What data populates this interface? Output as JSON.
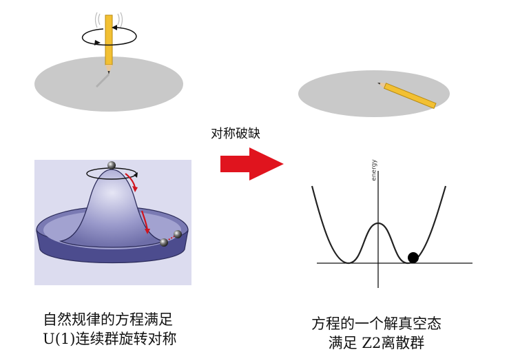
{
  "arrow_label": "对称破缺",
  "left_caption": {
    "line1": "自然规律的方程满足",
    "line2": "U(1)连续群旋转对称"
  },
  "right_caption": {
    "line1": "方程的一个解真空态",
    "line2": "满足 Z2离散群"
  },
  "potential_axis_label": "energy",
  "colors": {
    "disk": "#c9c9c9",
    "pencil": "#f2c033",
    "arrow": "#e0141e",
    "hat": "#8f8fc4",
    "panel": "#dcdcef"
  }
}
